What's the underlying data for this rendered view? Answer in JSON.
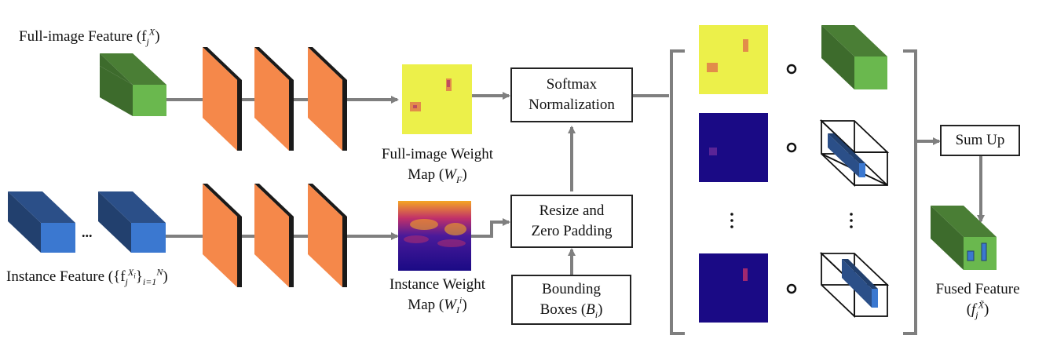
{
  "labels": {
    "full_image_feature": "Full-image Feature (f",
    "full_image_feature_sub": "j",
    "full_image_feature_sup": "X",
    "instance_feature": "Instance Feature ({f",
    "instance_feature_sub": "j",
    "instance_feature_sup": "X",
    "instance_feature_sup_sub": "i",
    "instance_feature_range_sub": "i=1",
    "instance_feature_range_sup": "N",
    "full_weight_line1": "Full-image Weight",
    "full_weight_line2": "Map (",
    "full_weight_symbol": "W",
    "full_weight_sub": "F",
    "instance_weight_line1": "Instance Weight",
    "instance_weight_line2": "Map (",
    "instance_weight_symbol": "W",
    "instance_weight_sub": "I",
    "instance_weight_sup": "i",
    "fused_line1": "Fused Feature",
    "fused_symbol": "f",
    "fused_sub": "j",
    "fused_sup": "X̃",
    "ellipsis_h": "...",
    "ellipsis_v": "⋮",
    "hadamard": "∘"
  },
  "boxes": {
    "softmax": [
      "Softmax",
      "Normalization"
    ],
    "resize": [
      "Resize and",
      "Zero Padding"
    ],
    "bounding": [
      "Bounding",
      "Boxes ("
    ],
    "bounding_symbol": "B",
    "bounding_sub": "i",
    "sum_up": "Sum Up"
  },
  "colors": {
    "feature_green_front": "#6ab84e",
    "feature_green_side": "#3d6b2c",
    "feature_blue_front": "#3b78d0",
    "feature_blue_side": "#22406e",
    "conv_orange": "#f5884a",
    "conv_dark": "#1a1a1a",
    "arrow_gray": "#7f7f7f",
    "map_yellow": "#ecf04a",
    "map_navy": "#1a0a85"
  }
}
